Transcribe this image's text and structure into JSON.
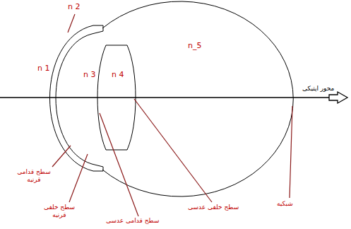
{
  "diagram": {
    "labels": [
      "n 2",
      "n 1",
      "n 3",
      "n 4",
      "n_5",
      "محور اپتیکی",
      "سطح قدامی قرنیه",
      "سطح خلفی قرنیه",
      "سطح قدامی عدسی",
      "سطح خلفی عدسی",
      "شبکیه"
    ]
  }
}
